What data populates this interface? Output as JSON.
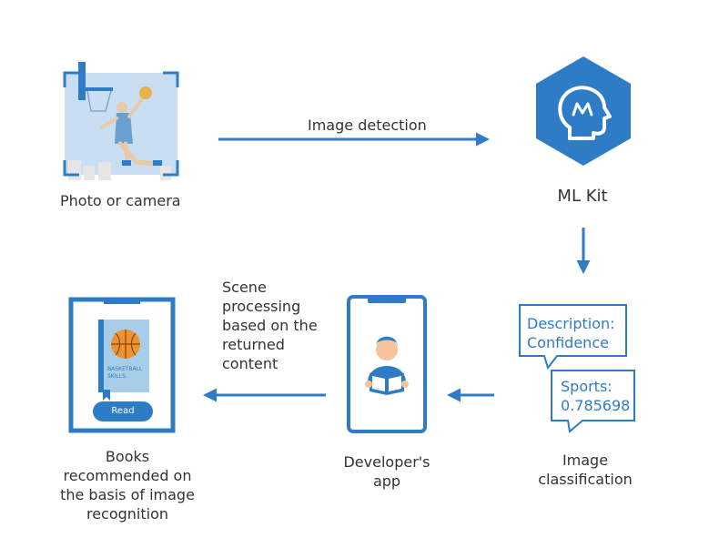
{
  "steps": {
    "photo": {
      "label": "Photo or camera"
    },
    "detection": {
      "label": "Image detection"
    },
    "mlkit": {
      "label": "ML Kit"
    },
    "classification": {
      "label_line1": "Image",
      "label_line2": "classification",
      "bubble1_line1": "Description:",
      "bubble1_line2": "Confidence",
      "bubble2_line1": "Sports:",
      "bubble2_line2": "0.785698"
    },
    "developer_app": {
      "label_line1": "Developer's",
      "label_line2": "app"
    },
    "scene": {
      "line1": "Scene",
      "line2": "processing",
      "line3": "based on the",
      "line4": "returned",
      "line5": "content"
    },
    "books": {
      "line1": "Books",
      "line2": "recommended on",
      "line3": "the basis of image",
      "line4": "recognition",
      "book_title_line1": "BASKETBALL",
      "book_title_line2": "SKILLS",
      "read_button": "Read"
    }
  },
  "colors": {
    "accent": "#2f7cc6",
    "photo_bg": "#c9def2",
    "book_cover": "#a8cde9",
    "ball": "#f0922f",
    "text": "#333333"
  },
  "icons": [
    "basketball-player-photo",
    "camera-frame-corners",
    "ml-brain-icon",
    "reader-person-icon",
    "basketball-book-icon"
  ]
}
